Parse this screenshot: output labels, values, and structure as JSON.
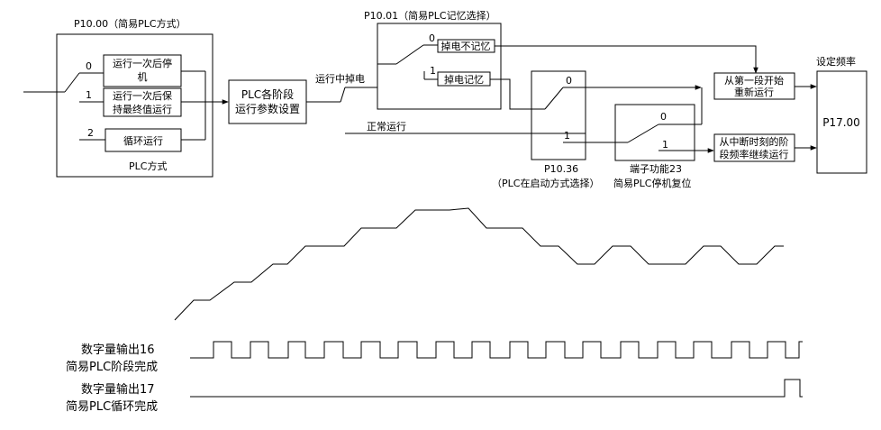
{
  "plc_mode": {
    "param": "P10.00（简易PLC方式）",
    "footer": "PLC方式",
    "options": [
      {
        "index": "0",
        "line1": "运行一次后停",
        "line2": "机"
      },
      {
        "index": "1",
        "line1": "运行一次后保",
        "line2": "持最终值运行"
      },
      {
        "index": "2",
        "line1": "循环运行",
        "line2": ""
      }
    ]
  },
  "stage_params": {
    "line1": "PLC各阶段",
    "line2": "运行参数设置"
  },
  "power_loss_label": "运行中掉电",
  "normal_run_label": "正常运行",
  "memory": {
    "param": "P10.01（简易PLC记忆选择）",
    "options": [
      {
        "index": "0",
        "label": "掉电不记忆"
      },
      {
        "index": "1",
        "label": "掉电记忆"
      }
    ]
  },
  "restart_select": {
    "index0": "0",
    "index1": "1",
    "param": "P10.36",
    "caption": "（PLC在启动方式选择）"
  },
  "terminal": {
    "index0": "0",
    "index1": "1",
    "caption1": "端子功能23",
    "caption2": "简易PLC停机复位"
  },
  "outcomes": [
    {
      "line1": "从第一段开始",
      "line2": "重新运行"
    },
    {
      "line1": "从中断时刻的阶",
      "line2": "段频率继续运行"
    }
  ],
  "set_freq": {
    "label": "设定频率",
    "value": "P17.00"
  },
  "signals": [
    {
      "line1": "数字量输出16",
      "line2": "简易PLC阶段完成"
    },
    {
      "line1": "数字量输出17",
      "line2": "简易PLC循环完成"
    }
  ]
}
